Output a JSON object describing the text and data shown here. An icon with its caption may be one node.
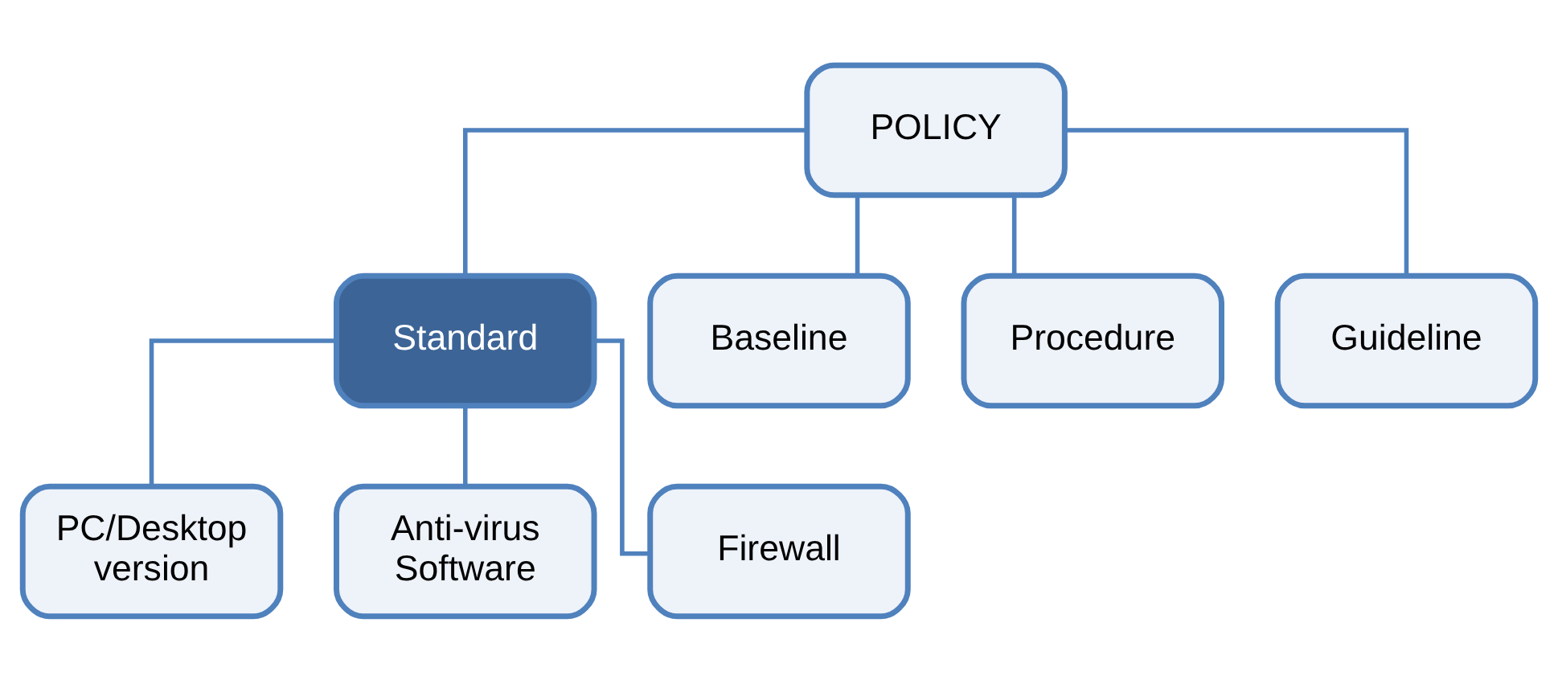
{
  "diagram": {
    "nodes": [
      {
        "text": [
          "POLICY"
        ]
      },
      {
        "text": [
          "Standard"
        ]
      },
      {
        "text": [
          "Baseline"
        ]
      },
      {
        "text": [
          "Procedure"
        ]
      },
      {
        "text": [
          "Guideline"
        ]
      },
      {
        "text": [
          "PC/Desktop version"
        ]
      },
      {
        "text": [
          "Anti-virus Software"
        ]
      },
      {
        "text": [
          "Firewall"
        ]
      }
    ],
    "edges": [
      {
        "from": 0,
        "to": 1,
        "arrow": "none"
      },
      {
        "from": 0,
        "to": 2,
        "arrow": "none"
      },
      {
        "from": 0,
        "to": 3,
        "arrow": "none"
      },
      {
        "from": 0,
        "to": 4,
        "arrow": "none"
      },
      {
        "from": 1,
        "to": 5,
        "arrow": "none"
      },
      {
        "from": 1,
        "to": 6,
        "arrow": "none"
      },
      {
        "from": 1,
        "to": 7,
        "arrow": "none"
      }
    ]
  }
}
